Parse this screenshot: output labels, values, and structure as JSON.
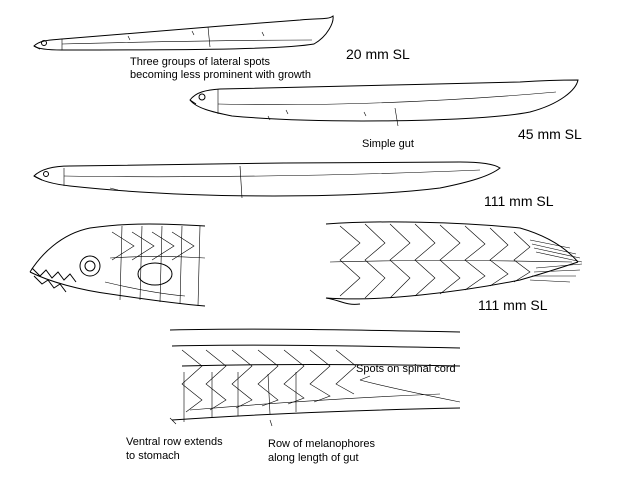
{
  "labels": {
    "size_20": "20 mm SL",
    "lateral_spots_line1": "Three groups of lateral spots",
    "lateral_spots_line2": "becoming less prominent with growth",
    "size_45": "45 mm SL",
    "simple_gut": "Simple gut",
    "size_111_a": "111 mm SL",
    "size_111_b": "111 mm SL",
    "spinal_spots": "Spots on spinal cord",
    "ventral_row_line1": "Ventral row extends",
    "ventral_row_line2": "to stomach",
    "melano_line1": "Row of melanophores",
    "melano_line2": "along length of gut"
  },
  "colors": {
    "ink": "#000000",
    "background": "#ffffff"
  }
}
